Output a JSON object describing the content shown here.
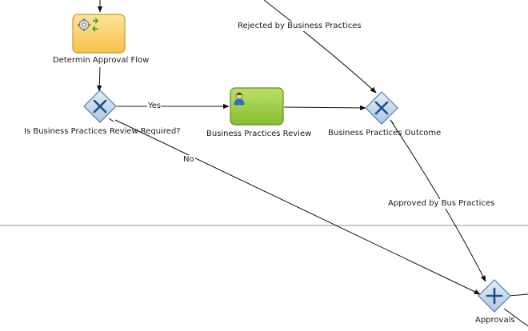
{
  "nodes": {
    "service_task": {
      "label": "Determin Approval Flow",
      "icon": "gear-service-icon"
    },
    "xor_gateway_1": {
      "label": "Is Business Practices Review Required?",
      "icon": "x-mark-icon"
    },
    "user_task": {
      "label": "Business Practices Review",
      "icon": "user-icon"
    },
    "xor_gateway_2": {
      "label": "Business Practices Outcome",
      "icon": "x-mark-icon"
    },
    "and_gateway": {
      "label": "Approvals",
      "icon": "plus-icon"
    }
  },
  "edges": {
    "yes": "Yes",
    "no": "No",
    "rejected": "Rejected by Business Practices",
    "approved": "Approved by Bus Practices"
  },
  "colors": {
    "service_task_fill": "#f9cf6a",
    "user_task_fill": "#9acd3c",
    "gateway_fill": "#c9d9ec",
    "gateway_mark": "#1f4e8c",
    "lane_line": "#b8b8b8"
  }
}
